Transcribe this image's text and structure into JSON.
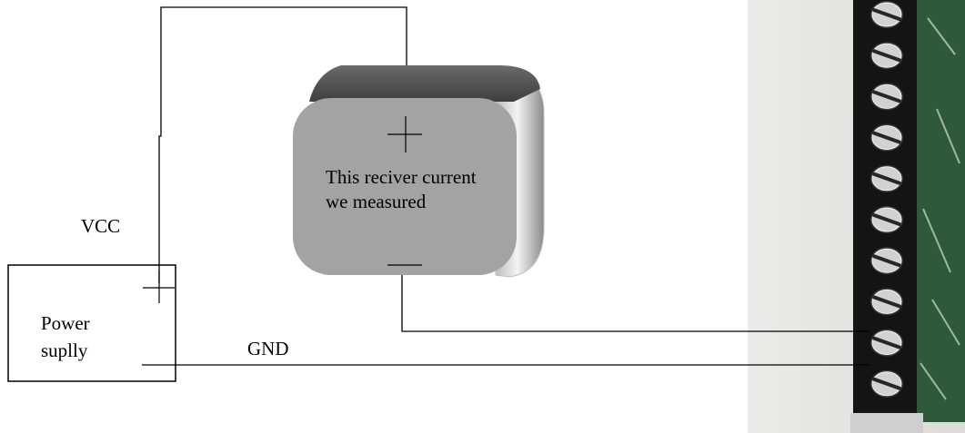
{
  "labels": {
    "vcc": "VCC",
    "gnd": "GND",
    "power_supply_line1": "Power",
    "power_supply_line2": "suplly",
    "receiver_line1": "This reciver current",
    "receiver_line2": "we measured"
  },
  "colors": {
    "receiver_face": "#a3a3a3",
    "receiver_top": "#545454",
    "receiver_side_light": "#f2f2f2",
    "panel_bg": "#e9e8e6",
    "terminal_block": "#141414",
    "pcb_green": "#2f5a3a",
    "screw_silver": "#d2d2d2",
    "wire": "#000000"
  },
  "terminal_block": {
    "screw_count": 10,
    "screw_icon": "slotted-screw-icon"
  }
}
